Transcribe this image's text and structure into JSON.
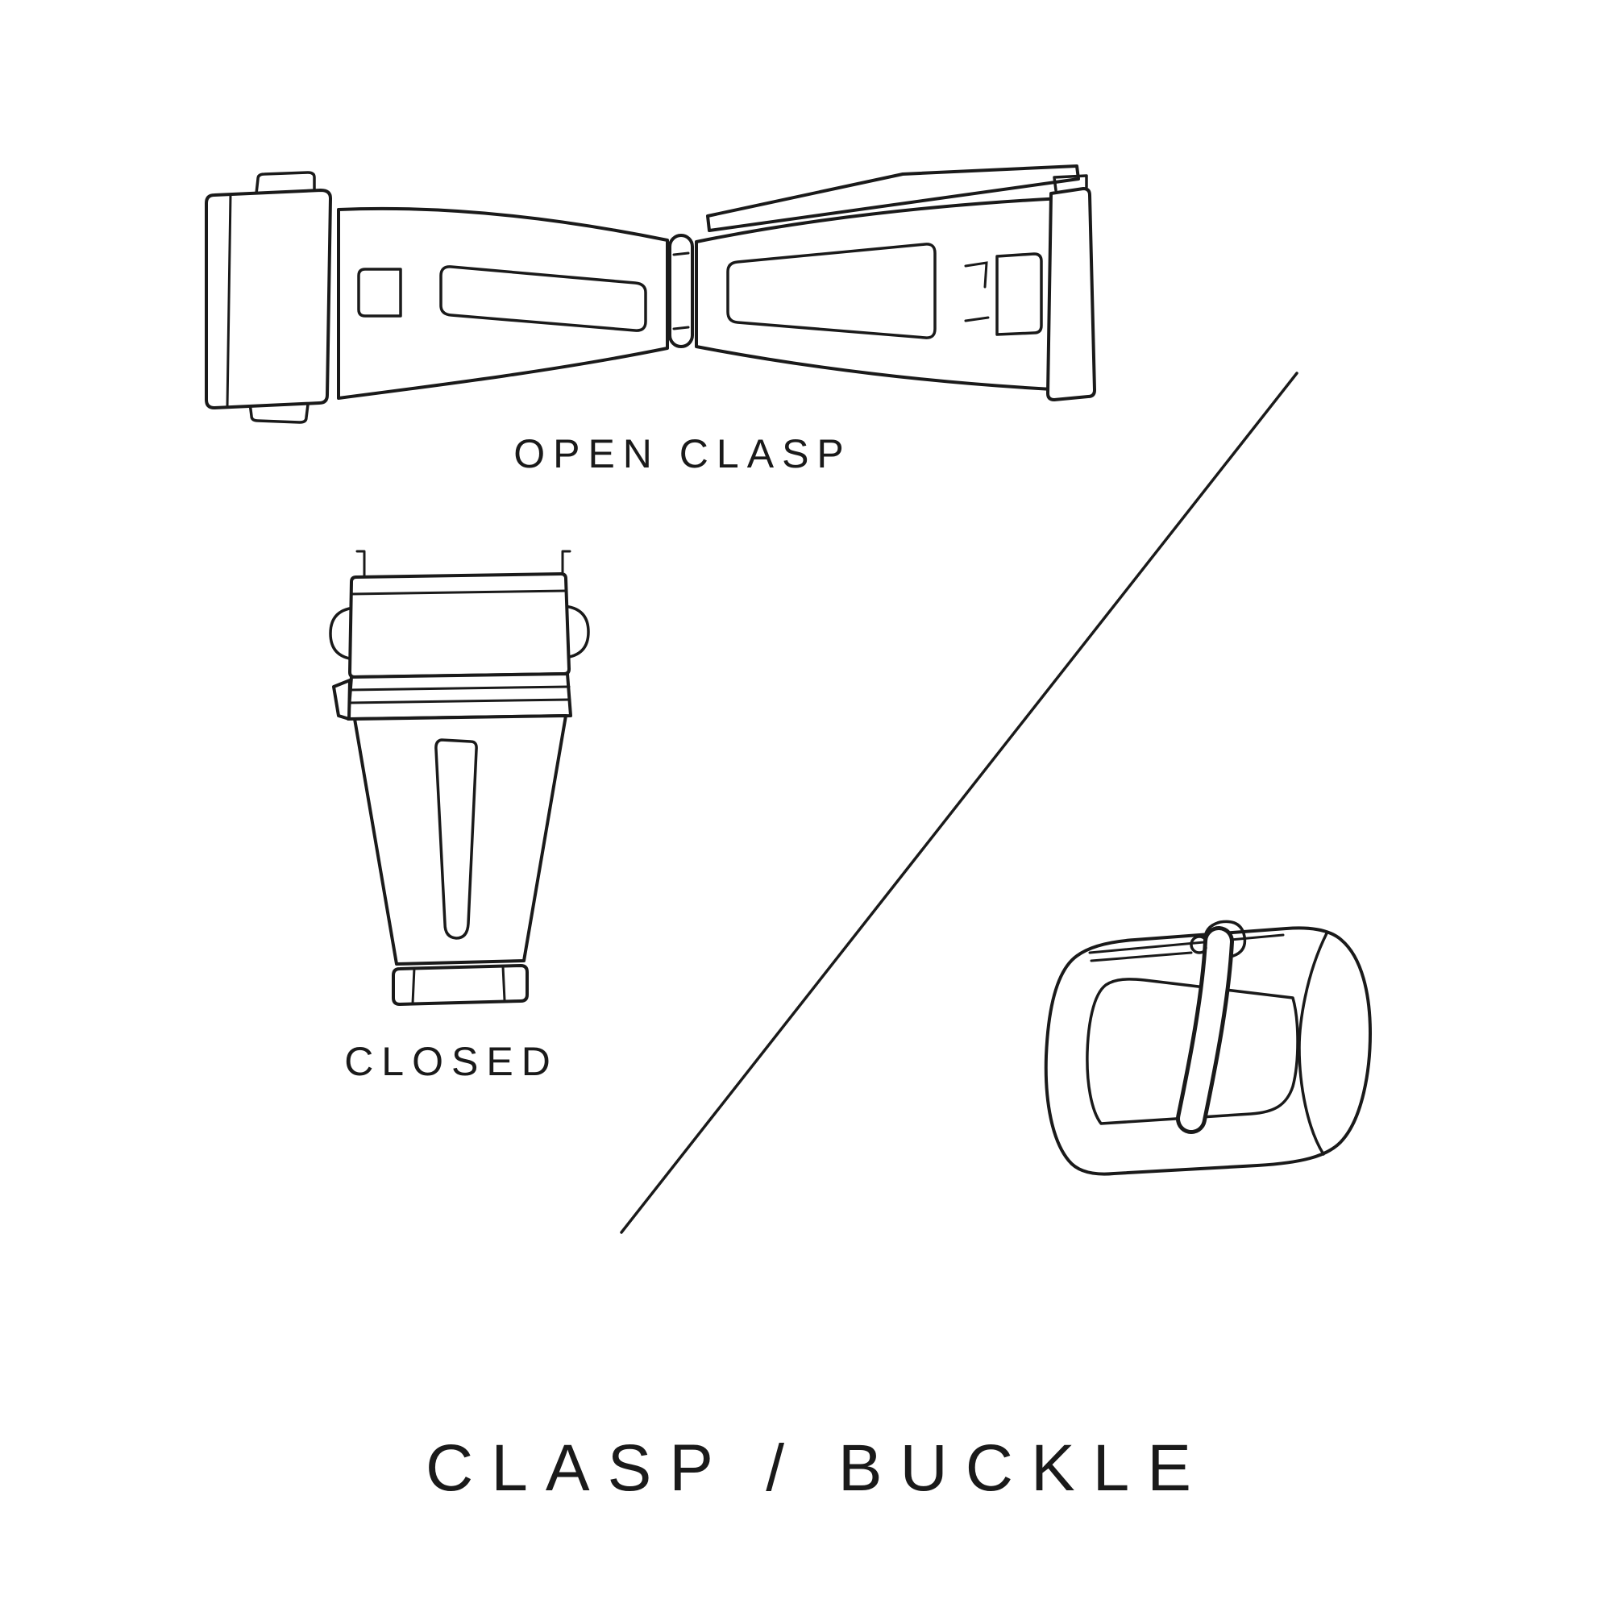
{
  "page": {
    "background": "#ffffff",
    "ink_color": "#1a1a1a",
    "title": "CLASP / BUCKLE"
  },
  "labels": {
    "open_clasp": "OPEN CLASP",
    "closed": "CLOSED"
  },
  "illustrations": {
    "open_clasp": "open-clasp-line-drawing",
    "closed_clasp": "closed-clasp-line-drawing",
    "buckle": "tang-buckle-line-drawing",
    "divider": "diagonal-divider-line"
  }
}
